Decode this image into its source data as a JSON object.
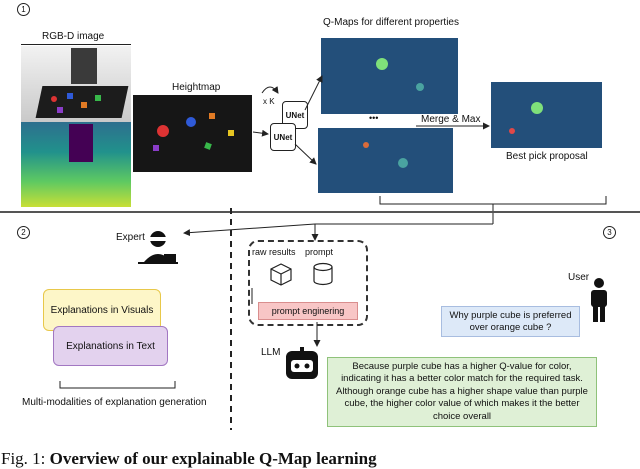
{
  "markers": [
    "1",
    "2",
    "3"
  ],
  "panel1": {
    "rgbd_label": "RGB-D image",
    "heightmap_label": "Heightmap",
    "times_k": "x K",
    "unet_label": "UNet",
    "qmaps_label": "Q-Maps for different properties",
    "ellipsis": "•••",
    "merge_label": "Merge & Max",
    "best_pick_label": "Best pick proposal"
  },
  "panel2": {
    "expert_label": "Expert",
    "visuals_box": "Explanations in Visuals",
    "text_box": "Explanations in Text",
    "multimodal_label": "Multi-modalities of explanation generation"
  },
  "panel3": {
    "raw_results": "raw results",
    "prompt": "prompt",
    "prompt_engineering": "prompt enginering",
    "llm_label": "LLM",
    "user_label": "User",
    "question": "Why purple cube is preferred over orange cube ?",
    "answer": "Because purple cube has a higher Q-value for color, indicating it has a better color match for the required task. Although orange cube has a higher shape value than purple cube, the higher color value of which makes it the better choice overall"
  },
  "caption": {
    "prefix": "Fig. 1:",
    "bold": "Overview of our explainable Q-Map learning"
  },
  "colors": {
    "qmap_bg": "#234f7a",
    "visuals_box_fill": "#fdf6c8",
    "visuals_box_border": "#e8c84a",
    "text_box_fill": "#e3d2ee",
    "text_box_border": "#a277c2",
    "prompt_box_fill": "#f8c6c6",
    "question_box_fill": "#dde9f8",
    "answer_box_fill": "#dff0d6"
  }
}
